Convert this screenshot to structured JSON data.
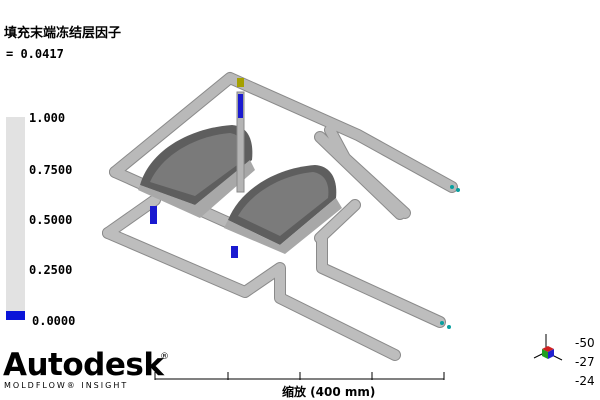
{
  "result": {
    "title": "填充末端冻结层因子",
    "value_line": "= 0.0417"
  },
  "legend": {
    "labels": [
      "1.000",
      "0.7500",
      "0.5000",
      "0.2500",
      "0.0000"
    ],
    "bar_color": "#e2e2e2",
    "low_color": "#0a14d8"
  },
  "logo": {
    "name": "Autodesk",
    "reg": "®",
    "sub": "MOLDFLOW® INSIGHT"
  },
  "scale": {
    "label": "缩放 (400 mm)"
  },
  "orientation": {
    "angles": [
      "-50",
      "-27",
      "-24"
    ]
  },
  "colors": {
    "pipe": "#b4b4b4",
    "pipe_dark": "#8a8a8a",
    "part": "#6a6a6a",
    "blue": "#1a1ad0"
  }
}
